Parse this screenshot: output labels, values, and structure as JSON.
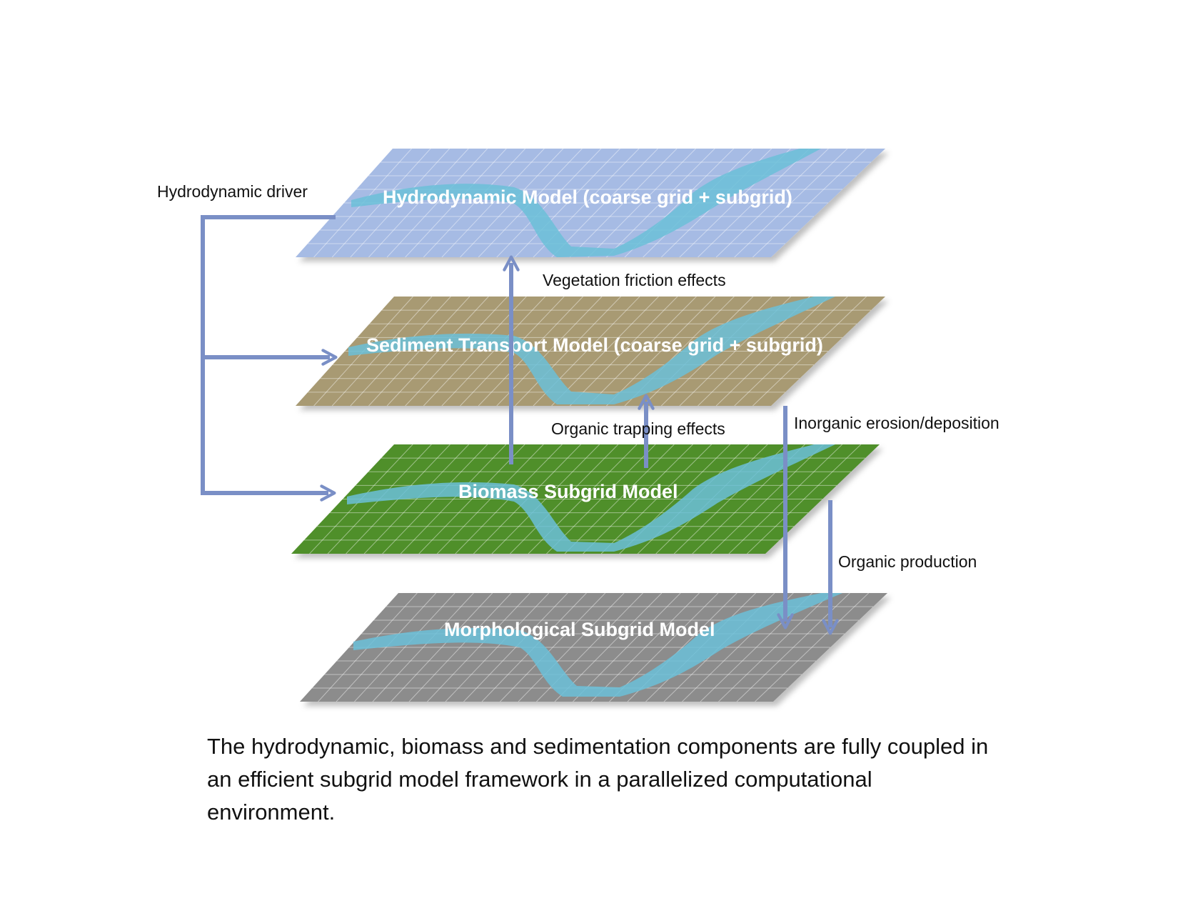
{
  "layers": [
    {
      "label": "Hydrodynamic Model (coarse grid + subgrid)",
      "color": "#a6bbe4"
    },
    {
      "label": "Sediment Transport Model (coarse grid + subgrid)",
      "color": "#a89a73"
    },
    {
      "label": "Biomass  Subgrid Model",
      "color": "#4f8f2a"
    },
    {
      "label": "Morphological Subgrid Model",
      "color": "#8c8c8c"
    }
  ],
  "channel_color": "#6bbfd8",
  "arrow_color": "#7a8fc6",
  "annotations": {
    "hydrodynamic_driver": "Hydrodynamic driver",
    "vegetation_friction": "Vegetation friction effects",
    "organic_trapping": "Organic trapping effects",
    "inorganic_erosion": "Inorganic erosion/deposition",
    "organic_production": "Organic production"
  },
  "caption": "The hydrodynamic, biomass and sedimentation components are fully coupled in an efficient subgrid model  framework in a parallelized computational environment."
}
